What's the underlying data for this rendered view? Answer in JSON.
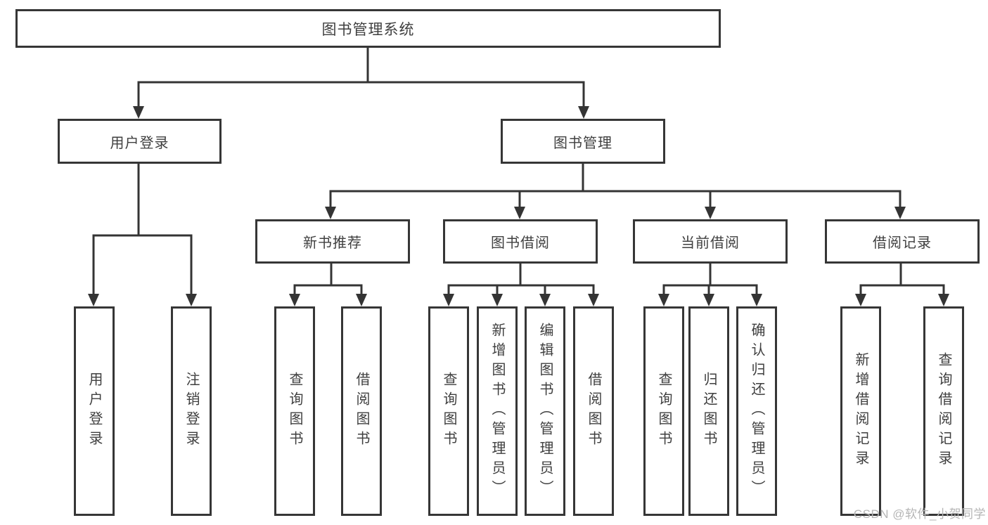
{
  "tree": {
    "root": {
      "label": "图书管理系统",
      "children": [
        {
          "label": "用户登录",
          "children": [
            {
              "label": "用户登录"
            },
            {
              "label": "注销登录"
            }
          ]
        },
        {
          "label": "图书管理",
          "children": [
            {
              "label": "新书推荐",
              "children": [
                {
                  "label": "查询图书"
                },
                {
                  "label": "借阅图书"
                }
              ]
            },
            {
              "label": "图书借阅",
              "children": [
                {
                  "label": "查询图书"
                },
                {
                  "label": "新增图书（管理员）"
                },
                {
                  "label": "编辑图书（管理员）"
                },
                {
                  "label": "借阅图书"
                }
              ]
            },
            {
              "label": "当前借阅",
              "children": [
                {
                  "label": "查询图书"
                },
                {
                  "label": "归还图书"
                },
                {
                  "label": "确认归还（管理员）"
                }
              ]
            },
            {
              "label": "借阅记录",
              "children": [
                {
                  "label": "新增借阅记录"
                },
                {
                  "label": "查询借阅记录"
                }
              ]
            }
          ]
        }
      ]
    }
  },
  "watermark": {
    "text": "CSDN @软件_小贺同学",
    "color": "#b5b5b5"
  },
  "colors": {
    "line": "#343434",
    "border": "#363636",
    "text": "#3f3f3f",
    "box_fill": "#ffffff",
    "background": "#ffffff"
  }
}
